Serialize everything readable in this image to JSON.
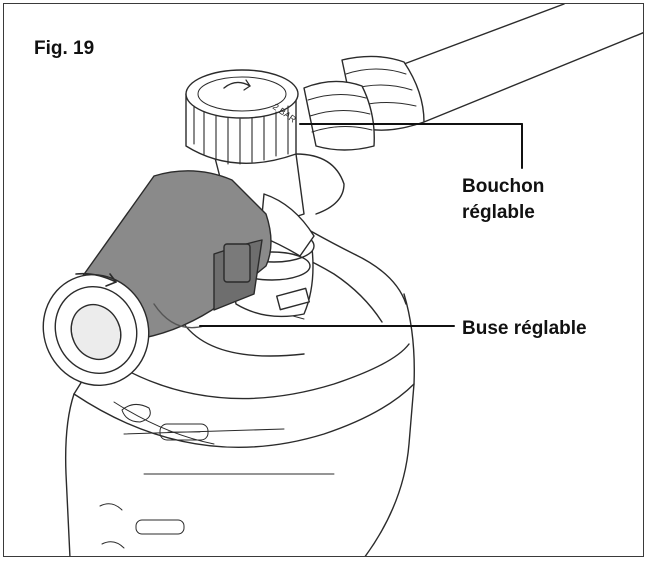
{
  "figure": {
    "label": "Fig. 19"
  },
  "callouts": [
    {
      "line1": "Bouchon",
      "line2": "réglable"
    },
    {
      "line1": "Buse réglable"
    }
  ],
  "colors": {
    "line": "#2b2b2b",
    "nozzle_fill": "#8a8a8a",
    "nozzle_dark": "#6e6e6e",
    "cap_fill": "#d9d9d9",
    "bottle_fill": "#ffffff"
  }
}
